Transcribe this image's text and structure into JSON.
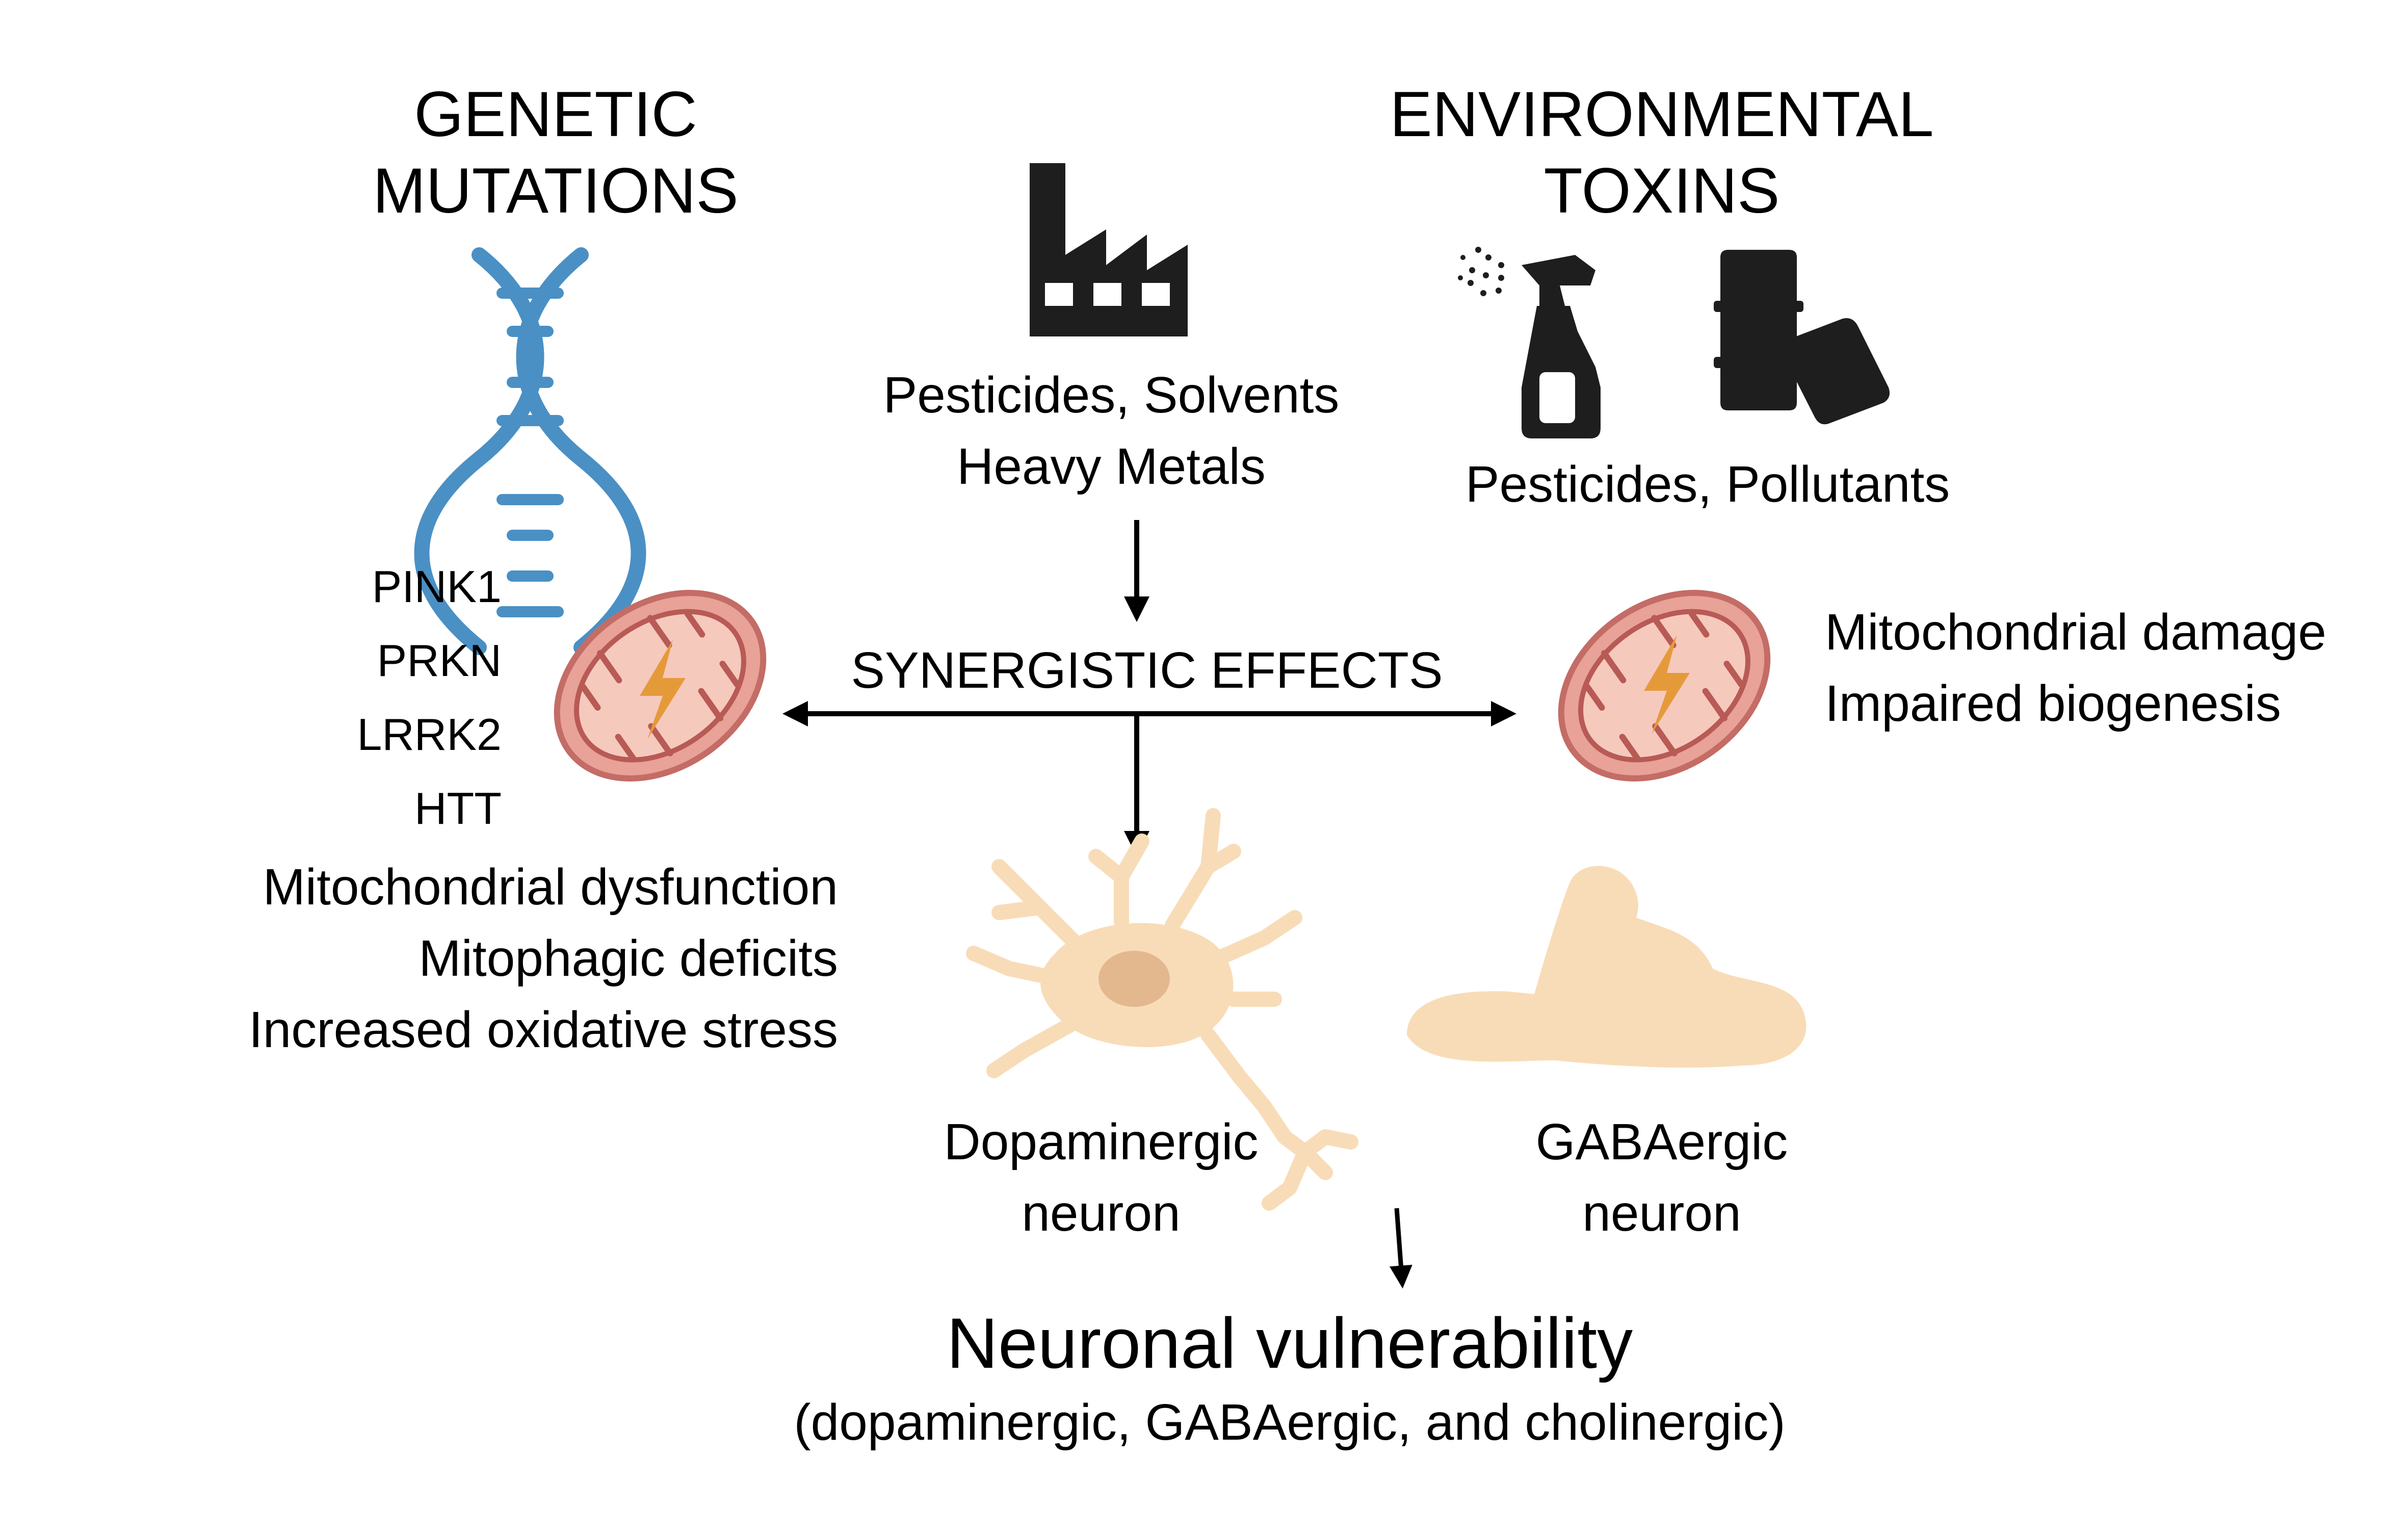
{
  "genetic": {
    "heading_line1": "GENETIC",
    "heading_line2": "MUTATIONS",
    "genes": [
      "PINK1",
      "PRKN",
      "LRRK2",
      "HTT"
    ],
    "effects": [
      "Mitochondrial dysfunction",
      "Mitophagic deficits",
      "Increased oxidative stress"
    ],
    "icon": "dna-helix-icon"
  },
  "industrial": {
    "line1": "Pesticides, Solvents",
    "line2": "Heavy Metals",
    "icon": "factory-icon"
  },
  "environmental": {
    "heading_line1": "ENVIRONMENTAL",
    "heading_line2": "TOXINS",
    "caption": "Pesticides, Pollutants",
    "effects": [
      "Mitochondrial damage",
      "Impaired biogenesis"
    ],
    "icons": [
      "spray-bottle-icon",
      "toxic-barrels-icon"
    ]
  },
  "center_label": "SYNERGISTIC EFFECTS",
  "neurons": {
    "dopaminergic": {
      "line1": "Dopaminergic",
      "line2": "neuron"
    },
    "gabaergic": {
      "line1": "GABAergic",
      "line2": "neuron"
    }
  },
  "outcome": {
    "title": "Neuronal vulnerability",
    "subtitle": "(dopaminergic, GABAergic, and cholinergic)"
  },
  "colors": {
    "dna_blue": "#4a90c4",
    "mito_outer": "#e8a298",
    "mito_inner": "#f6c9bd",
    "mito_cristae": "#b85a55",
    "lightning": "#e59a3a",
    "neuron_fill": "#f8dcb8",
    "neuron_nucleus": "#e3b88f",
    "icon_dark": "#1e1e1e"
  }
}
